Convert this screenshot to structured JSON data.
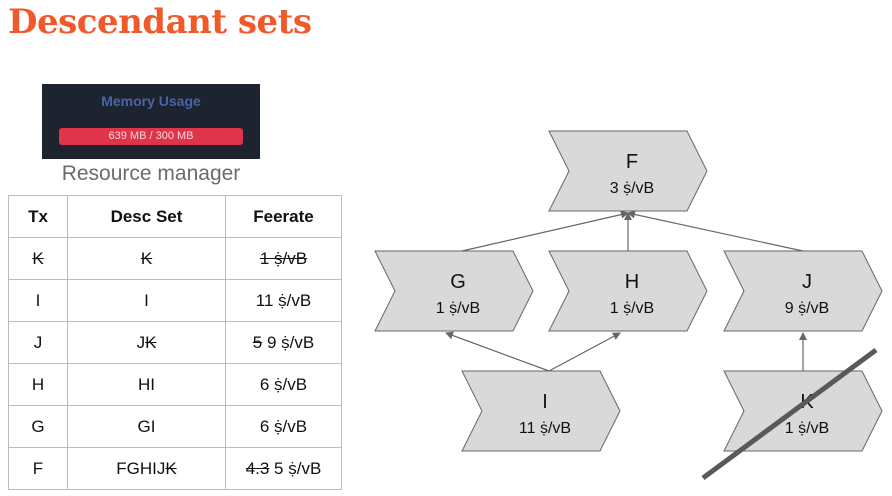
{
  "title": "Descendant sets",
  "memory_panel": {
    "title": "Memory Usage",
    "bar_text": "639 MB / 300 MB"
  },
  "resource_label": "Resource manager",
  "table": {
    "headers": [
      "Tx",
      "Desc Set",
      "Feerate"
    ],
    "rows": [
      {
        "tx": "K",
        "tx_struck": true,
        "desc_pre": "",
        "desc_struck": "K",
        "fee_struck": "1 ṩ/vB",
        "fee_new": ""
      },
      {
        "tx": "I",
        "tx_struck": false,
        "desc_pre": "I",
        "desc_struck": "",
        "fee_struck": "",
        "fee_new": "11 ṩ/vB"
      },
      {
        "tx": "J",
        "tx_struck": false,
        "desc_pre": "J",
        "desc_struck": "K",
        "fee_struck": "5",
        "fee_new": " 9 ṩ/vB"
      },
      {
        "tx": "H",
        "tx_struck": false,
        "desc_pre": "HI",
        "desc_struck": "",
        "fee_struck": "",
        "fee_new": "6 ṩ/vB"
      },
      {
        "tx": "G",
        "tx_struck": false,
        "desc_pre": "GI",
        "desc_struck": "",
        "fee_struck": "",
        "fee_new": "6 ṩ/vB"
      },
      {
        "tx": "F",
        "tx_struck": false,
        "desc_pre": "FGHIJ",
        "desc_struck": "K",
        "fee_struck": "4.3",
        "fee_new": " 5 ṩ/vB"
      }
    ]
  },
  "diagram": {
    "nodes": {
      "F": {
        "label": "F",
        "fee": "3 ṩ/vB"
      },
      "G": {
        "label": "G",
        "fee": "1 ṩ/vB"
      },
      "H": {
        "label": "H",
        "fee": "1 ṩ/vB"
      },
      "J": {
        "label": "J",
        "fee": "9 ṩ/vB"
      },
      "I": {
        "label": "I",
        "fee": "11 ṩ/vB"
      },
      "K": {
        "label": "K",
        "fee": "1 ṩ/vB"
      }
    },
    "colors": {
      "node_fill": "#d9d9d9",
      "node_stroke": "#666666",
      "arrow": "#666666",
      "cross_out": "#595959"
    }
  }
}
